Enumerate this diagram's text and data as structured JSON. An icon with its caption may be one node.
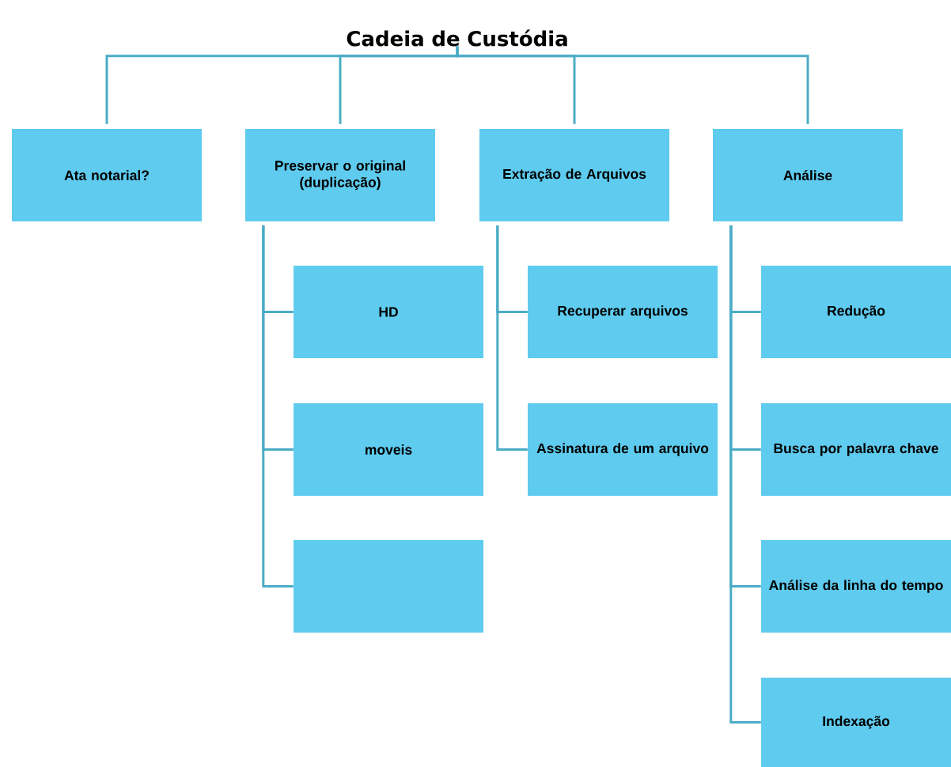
{
  "diagram": {
    "nodes": [
      {
        "text": [
          "Cadeia de Custódia"
        ]
      },
      {
        "text": [
          "Ata notarial?"
        ]
      },
      {
        "text": [
          "Preservar o original (duplicação)"
        ]
      },
      {
        "text": [
          "Extração de Arquivos"
        ]
      },
      {
        "text": [
          "Análise"
        ]
      },
      {
        "text": [
          "HD"
        ]
      },
      {
        "text": [
          "moveis"
        ]
      },
      {
        "text": [],
        "shape": "box"
      },
      {
        "text": [
          "Recuperar arquivos"
        ]
      },
      {
        "text": [
          "Assinatura de um arquivo"
        ]
      },
      {
        "text": [
          "Redução"
        ]
      },
      {
        "text": [
          "Busca por palavra chave"
        ]
      },
      {
        "text": [
          "Análise da linha do tempo"
        ]
      },
      {
        "text": [
          "Indexação"
        ]
      }
    ],
    "edges": [
      {
        "from": 0,
        "to": 1,
        "arrow": "none"
      },
      {
        "from": 0,
        "to": 2,
        "arrow": "none"
      },
      {
        "from": 0,
        "to": 3,
        "arrow": "none"
      },
      {
        "from": 0,
        "to": 4,
        "arrow": "none"
      },
      {
        "from": 2,
        "to": 5,
        "arrow": "none"
      },
      {
        "from": 2,
        "to": 6,
        "arrow": "none"
      },
      {
        "from": 2,
        "to": 7,
        "arrow": "none"
      },
      {
        "from": 3,
        "to": 8,
        "arrow": "none"
      },
      {
        "from": 3,
        "to": 9,
        "arrow": "none"
      },
      {
        "from": 4,
        "to": 10,
        "arrow": "none"
      },
      {
        "from": 4,
        "to": 11,
        "arrow": "none"
      },
      {
        "from": 4,
        "to": 12,
        "arrow": "none"
      },
      {
        "from": 4,
        "to": 13,
        "arrow": "none"
      }
    ]
  }
}
